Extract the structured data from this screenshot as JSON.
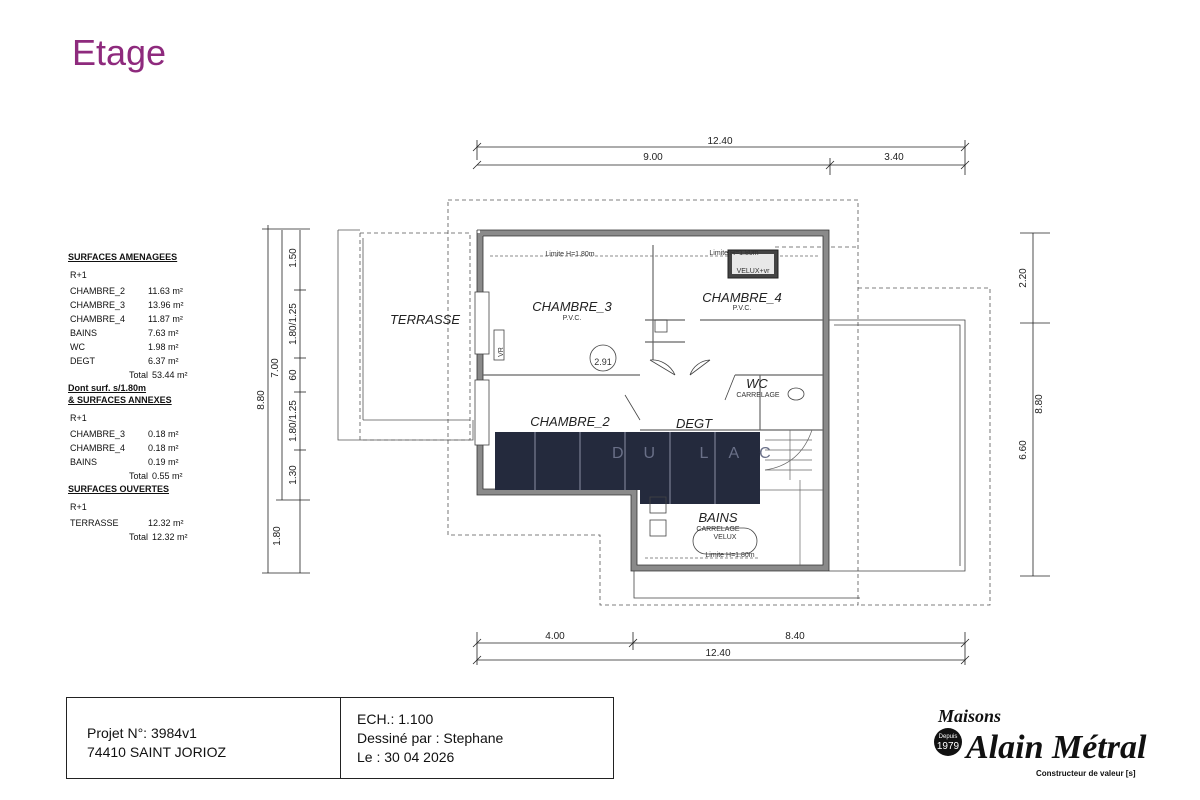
{
  "page": {
    "title": "Etage"
  },
  "legend": {
    "amenagees": {
      "heading": "SURFACES AMENAGEES",
      "level": "R+1",
      "rows": [
        {
          "name": "CHAMBRE_2",
          "value": "11.63 m²"
        },
        {
          "name": "CHAMBRE_3",
          "value": "13.96 m²"
        },
        {
          "name": "CHAMBRE_4",
          "value": "11.87 m²"
        },
        {
          "name": "BAINS",
          "value": "7.63 m²"
        },
        {
          "name": "WC",
          "value": "1.98 m²"
        },
        {
          "name": "DEGT",
          "value": "6.37 m²"
        }
      ],
      "total_label": "Total",
      "total_value": "53.44 m²"
    },
    "annexes": {
      "heading_1": "Dont surf. s/1.80m",
      "heading_2": "& SURFACES ANNEXES",
      "level": "R+1",
      "rows": [
        {
          "name": "CHAMBRE_3",
          "value": "0.18 m²"
        },
        {
          "name": "CHAMBRE_4",
          "value": "0.18 m²"
        },
        {
          "name": "BAINS",
          "value": "0.19 m²"
        }
      ],
      "total_label": "Total",
      "total_value": "0.55 m²"
    },
    "ouvertes": {
      "heading": "SURFACES OUVERTES",
      "level": "R+1",
      "rows": [
        {
          "name": "TERRASSE",
          "value": "12.32 m²"
        }
      ],
      "total_label": "Total",
      "total_value": "12.32 m²"
    }
  },
  "plan": {
    "rooms": {
      "terrasse": "TERRASSE",
      "chambre3": "CHAMBRE_3",
      "chambre4": "CHAMBRE_4",
      "chambre2": "CHAMBRE_2",
      "degt": "DEGT",
      "wc": "WC",
      "bains": "BAINS",
      "pvc": "P.V.C.",
      "carrelage": "CARRELAGE"
    },
    "notes": {
      "limite_1": "Limite H=1.80m",
      "limite_2": "Limite H=1.80m",
      "limite_3": "Limite H=1.80m",
      "velux": "VELUX+vr",
      "velux2": "VELUX",
      "height": "2.91",
      "vr": "VR",
      "watermark": "DU LAC"
    },
    "dims_top": {
      "overall": "12.40",
      "left": "9.00",
      "right": "3.40"
    },
    "dims_bottom": {
      "left": "4.00",
      "right": "8.40",
      "overall": "12.40"
    },
    "dims_left_outer": "8.80",
    "dims_left_inner": {
      "total": "7.00",
      "d1": "1.50",
      "d2": "1.80/1.25",
      "d3": "60",
      "d4": "1.80/1.25",
      "d5": "1.30",
      "d6": "1.80"
    },
    "dims_right": {
      "outer": "8.80",
      "top": "2.20",
      "bottom": "6.60"
    }
  },
  "cartouche": {
    "projet": "Projet N°: 3984v1",
    "lieu": "74410 SAINT JORIOZ",
    "echelle": "ECH.: 1.100",
    "dessine": "Dessiné par : Stephane",
    "date": "Le : 30 04 2026"
  },
  "logo": {
    "maisons": "Maisons",
    "name": "Alain Métral",
    "depuis": "Depuis",
    "year": "1979",
    "tagline": "Constructeur de valeur [s]"
  },
  "colors": {
    "title": "#8e2a7d",
    "wall": "#8a8a8a",
    "panel": "#242a3d"
  }
}
